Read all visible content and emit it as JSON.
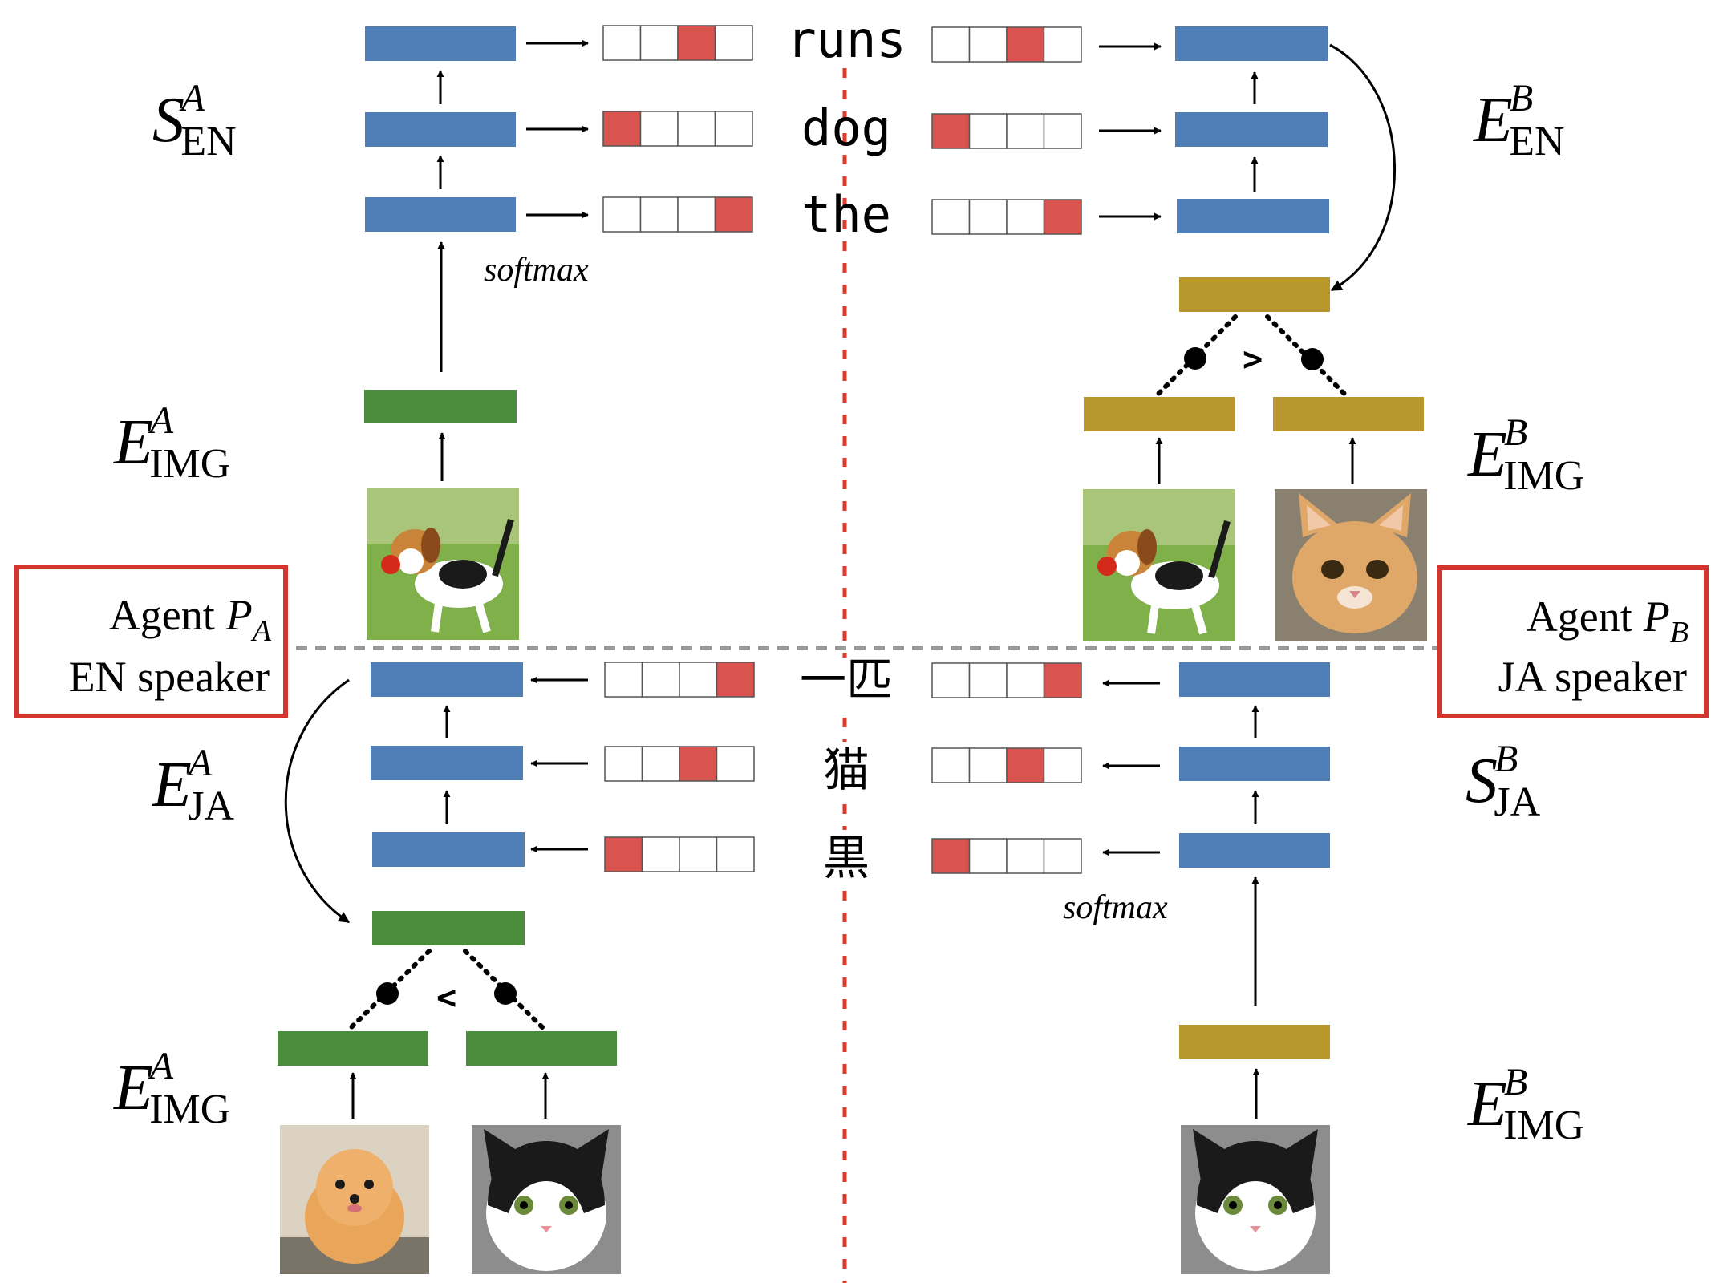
{
  "colors": {
    "blue": "#4f7fb6",
    "green": "#4b8c3c",
    "gold": "#b8982c",
    "red_cell": "#d9534f",
    "red_border": "#d3342b",
    "divider_red": "#d93a2b",
    "divider_gray": "#9a9a9a"
  },
  "labels": {
    "s_en_a": {
      "base": "S",
      "sup": "A",
      "sub": "EN"
    },
    "e_en_b": {
      "base": "E",
      "sup": "B",
      "sub": "EN"
    },
    "e_img_a_top": {
      "base": "E",
      "sup": "A",
      "sub": "IMG"
    },
    "e_img_b_top": {
      "base": "E",
      "sup": "B",
      "sub": "IMG"
    },
    "e_ja_a": {
      "base": "E",
      "sup": "A",
      "sub": "JA"
    },
    "s_ja_b": {
      "base": "S",
      "sup": "B",
      "sub": "JA"
    },
    "e_img_a_bottom": {
      "base": "E",
      "sup": "A",
      "sub": "IMG"
    },
    "e_img_b_bottom": {
      "base": "E",
      "sup": "B",
      "sub": "IMG"
    }
  },
  "agents": {
    "a": {
      "name": "Agent",
      "symbol": "P",
      "subscript": "A",
      "role": "EN speaker"
    },
    "b": {
      "name": "Agent",
      "symbol": "P",
      "subscript": "B",
      "role": "JA speaker"
    }
  },
  "words_en": [
    "runs",
    "dog",
    "the"
  ],
  "words_ja": [
    "一匹",
    "猫",
    "黒"
  ],
  "softmax_label": "softmax",
  "compare_top": ">",
  "compare_bottom": "<",
  "onehot_active": {
    "en_left": [
      3,
      1,
      4
    ],
    "en_right": [
      3,
      1,
      4
    ],
    "ja_left": [
      4,
      3,
      1
    ],
    "ja_right": [
      4,
      3,
      1
    ]
  },
  "images": {
    "beagle": "beagle-dog-photo",
    "orange_cat": "orange-kitten-photo",
    "pomeranian": "pomeranian-dog-photo",
    "bw_cat": "black-white-kitten-photo"
  }
}
